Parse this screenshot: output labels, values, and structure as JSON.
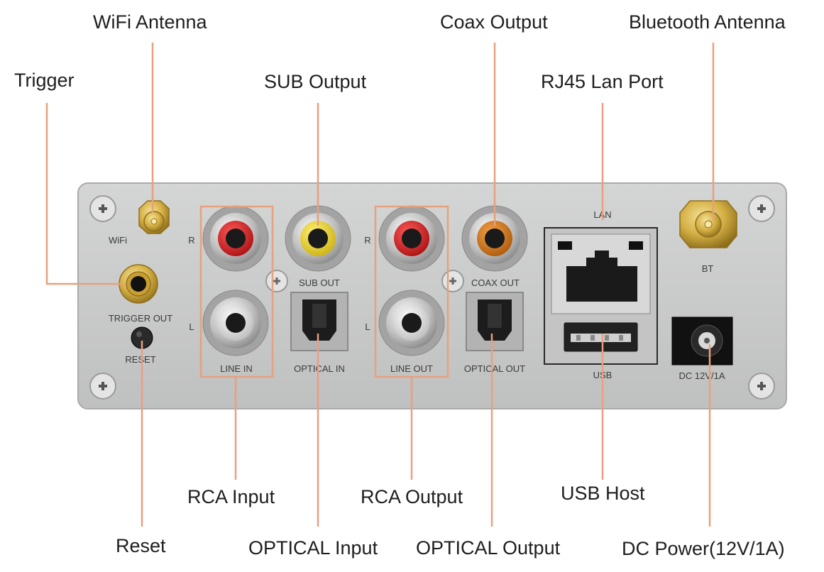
{
  "callouts": {
    "wifi_antenna": "WiFi Antenna",
    "trigger": "Trigger",
    "sub_output": "SUB Output",
    "coax_output": "Coax Output",
    "bluetooth_antenna": "Bluetooth Antenna",
    "rj45_lan_port": "RJ45 Lan Port",
    "rca_input": "RCA Input",
    "rca_output": "RCA Output",
    "usb_host": "USB Host",
    "reset": "Reset",
    "optical_input": "OPTICAL Input",
    "optical_output": "OPTICAL Output",
    "dc_power": "DC Power(12V/1A)"
  },
  "panel_labels": {
    "wifi": "WiFi",
    "r_left": "R",
    "l_left": "L",
    "trigger_out": "TRIGGER OUT",
    "reset": "RESET",
    "line_in": "LINE IN",
    "sub_out": "SUB OUT",
    "optical_in": "OPTICAL IN",
    "r_right": "R",
    "l_right": "L",
    "line_out": "LINE OUT",
    "coax_out": "COAX OUT",
    "optical_out": "OPTICAL OUT",
    "lan": "LAN",
    "usb": "USB",
    "bt": "BT",
    "dc": "DC 12V/1A"
  },
  "colors": {
    "leader_line": "#e8a07e",
    "highlight_box": "#e8a07e",
    "panel": "#c8c9c9",
    "rca_red": "#d41c1c",
    "rca_yellow": "#e8cf16",
    "rca_orange": "#d67a18",
    "rca_white": "#e6e6e6",
    "gold": "#d4af44"
  }
}
